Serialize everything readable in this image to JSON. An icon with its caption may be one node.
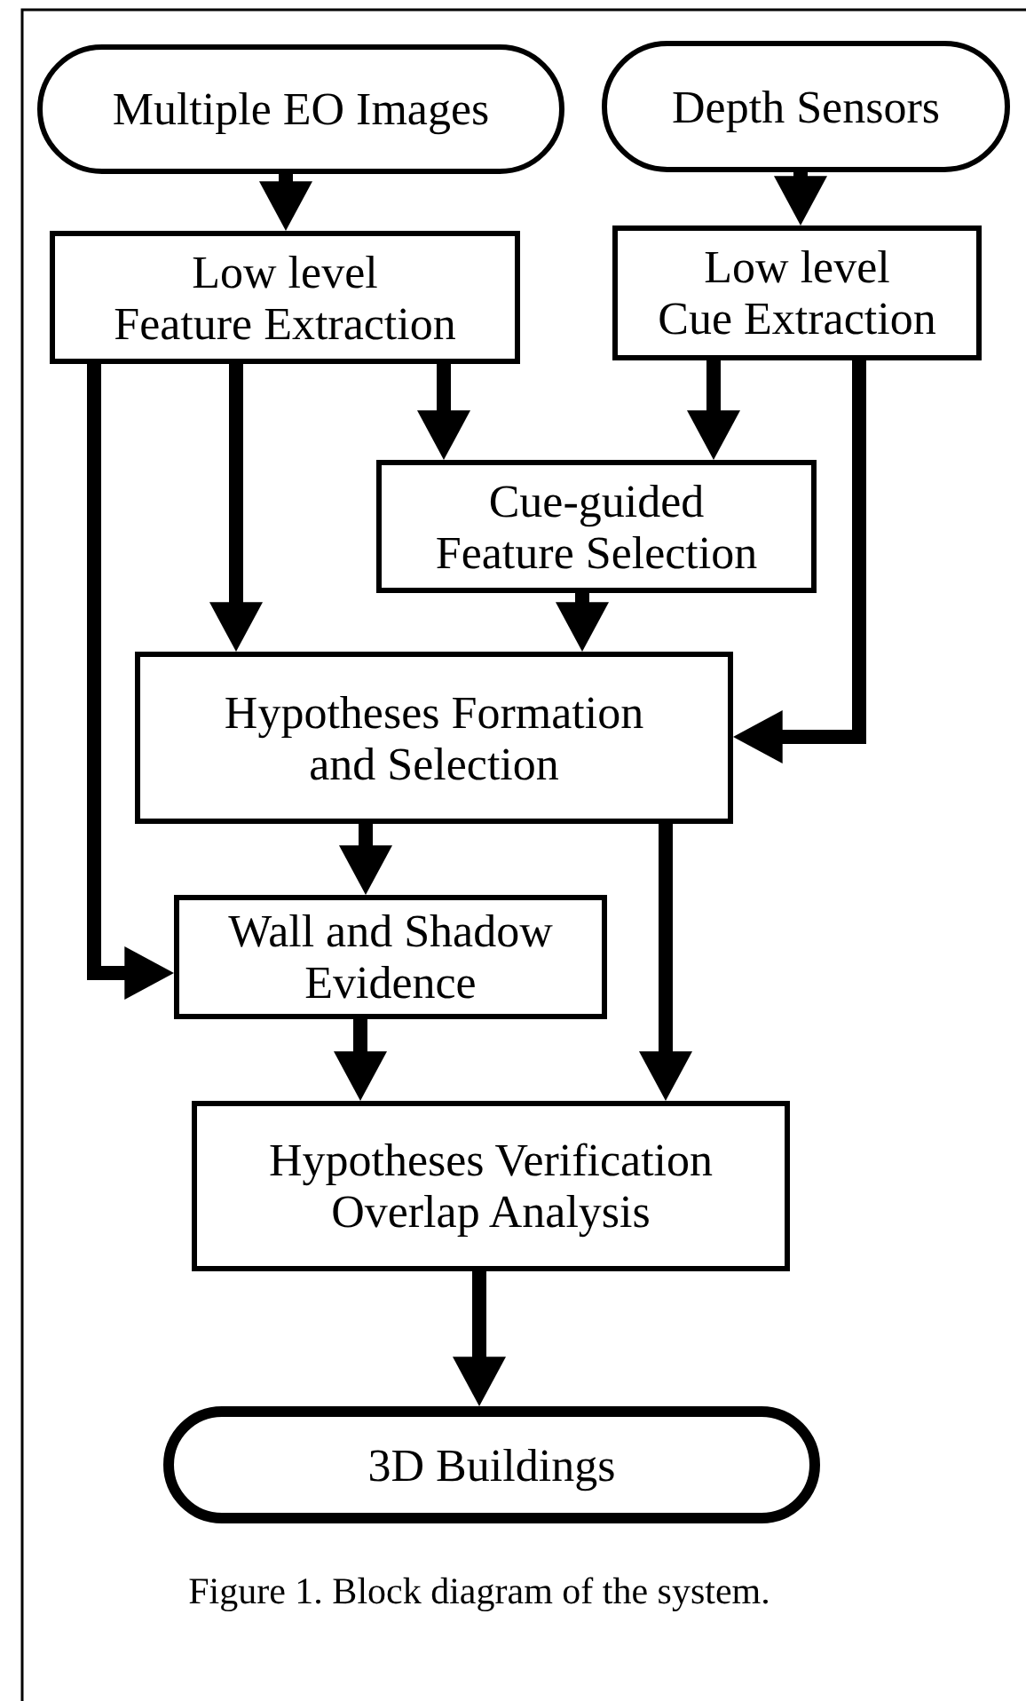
{
  "diagram": {
    "caption": "Figure 1. Block diagram of the system.",
    "nodes": [
      {
        "text": [
          "Multiple EO Images"
        ]
      },
      {
        "text": [
          "Depth Sensors"
        ]
      },
      {
        "text": [
          "Low level Feature Extraction"
        ]
      },
      {
        "text": [
          "Low level Cue Extraction"
        ]
      },
      {
        "text": [
          "Cue-guided Feature Selection"
        ]
      },
      {
        "text": [
          "Hypotheses Formation and Selection"
        ]
      },
      {
        "text": [
          "Wall and Shadow Evidence"
        ]
      },
      {
        "text": [
          "Hypotheses Verification Overlap Analysis"
        ]
      },
      {
        "text": [
          "3D Buildings"
        ]
      }
    ],
    "edges": [
      {
        "from": 0,
        "to": 2,
        "arrow": "to"
      },
      {
        "from": 1,
        "to": 3,
        "arrow": "to"
      },
      {
        "from": 2,
        "to": 4,
        "arrow": "to"
      },
      {
        "from": 3,
        "to": 4,
        "arrow": "to"
      },
      {
        "from": 2,
        "to": 5,
        "arrow": "to"
      },
      {
        "from": 4,
        "to": 5,
        "arrow": "to"
      },
      {
        "from": 3,
        "to": 5,
        "arrow": "to"
      },
      {
        "from": 2,
        "to": 6,
        "arrow": "to"
      },
      {
        "from": 5,
        "to": 6,
        "arrow": "to"
      },
      {
        "from": 6,
        "to": 7,
        "arrow": "to"
      },
      {
        "from": 5,
        "to": 7,
        "arrow": "to"
      },
      {
        "from": 7,
        "to": 8,
        "arrow": "to"
      }
    ]
  }
}
